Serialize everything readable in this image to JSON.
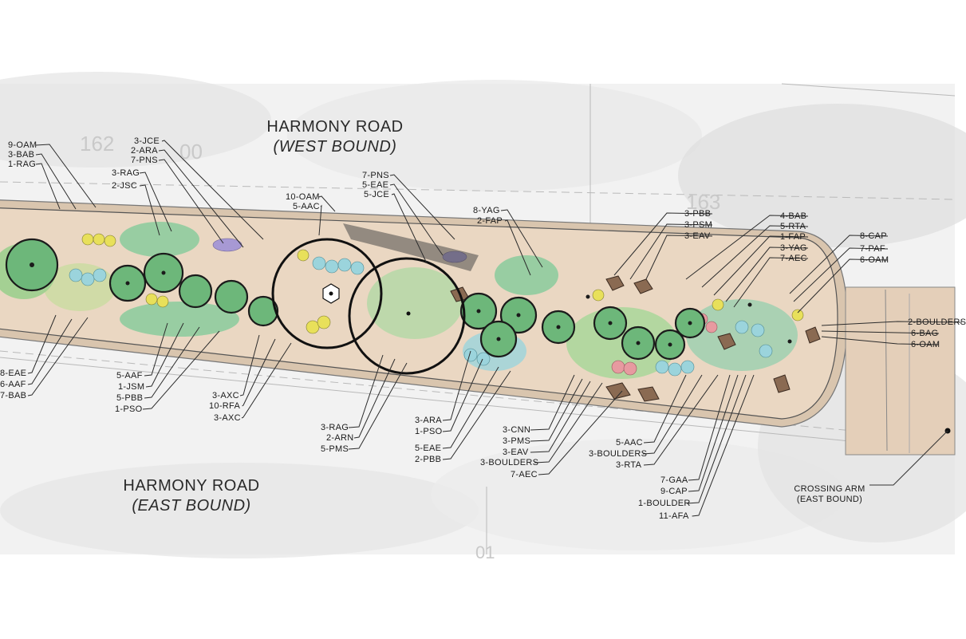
{
  "roads": {
    "west": {
      "title": "HARMONY ROAD",
      "direction": "(WEST BOUND)"
    },
    "east": {
      "title": "HARMONY ROAD",
      "direction": "(EAST BOUND)"
    }
  },
  "crossing_arm": {
    "line1": "CROSSING ARM",
    "line2": "(EAST BOUND)"
  },
  "station_marks": [
    "162",
    "00",
    "163",
    "01"
  ],
  "labels": [
    "9-OAM",
    "3-BAB",
    "1-RAG",
    "3-JCE",
    "2-ARA",
    "7-PNS",
    "3-RAG",
    "2-JSC",
    "10-OAM",
    "5-AAC",
    "7-PNS",
    "5-EAE",
    "5-JCE",
    "8-YAG",
    "2-FAP",
    "3-PBB",
    "3-PSM",
    "3-EAV",
    "4-BAB",
    "5-RTA",
    "1-FAP",
    "3-YAG",
    "7-AEC",
    "8-CAP",
    "7-PAF",
    "6-OAM",
    "2-BOULDERS",
    "6-BAG",
    "6-OAM",
    "8-EAE",
    "6-AAF",
    "7-BAB",
    "5-AAF",
    "1-JSM",
    "5-PBB",
    "1-PSO",
    "3-AXC",
    "10-RFA",
    "3-AXC",
    "3-RAG",
    "2-ARN",
    "5-PMS",
    "3-ARA",
    "1-PSO",
    "5-EAE",
    "2-PBB",
    "3-CNN",
    "3-PMS",
    "3-EAV",
    "3-BOULDERS",
    "7-AEC",
    "5-AAC",
    "3-BOULDERS",
    "3-RTA",
    "7-GAA",
    "9-CAP",
    "1-BOULDER",
    "11-AFA"
  ],
  "colors": {
    "median_paving": "#e6d2bd",
    "curb": "#cdb9a5",
    "shrub_green": "#8fcc9f",
    "tree_green": "#6db77a",
    "yellow_perennial": "#e8e05a",
    "blue_perennial": "#9bd4dc",
    "pink_perennial": "#e79aa0",
    "boulder": "#8a6a52",
    "lavender": "#a799d4"
  }
}
